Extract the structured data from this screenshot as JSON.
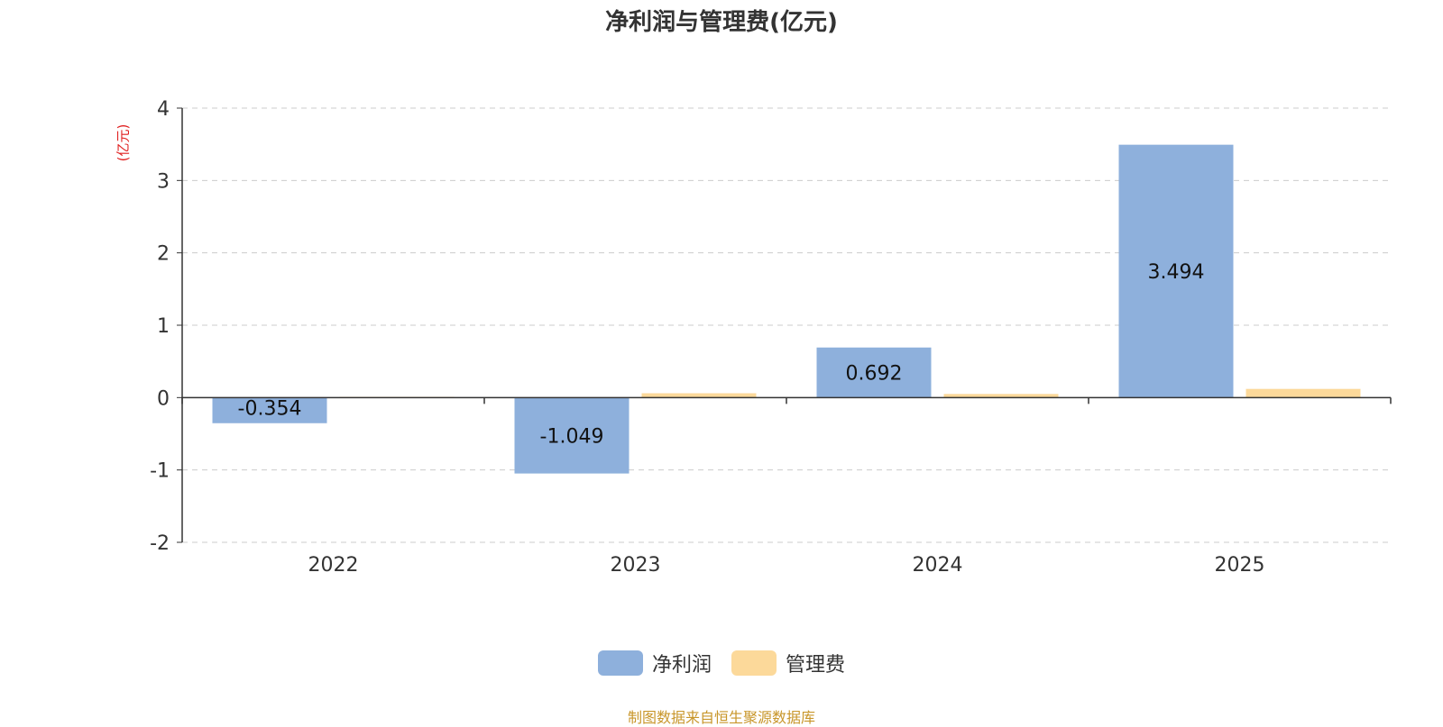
{
  "title": "净利润与管理费(亿元)",
  "y_unit_label": "(亿元)",
  "source_text": "制图数据来自恒生聚源数据库",
  "colors": {
    "net_profit": "#8eb0dc",
    "mgmt_fee": "#fcd99a",
    "axis": "#333333",
    "grid": "#cccccc",
    "unit_label": "#e02020",
    "source": "#c8962a"
  },
  "legend": [
    {
      "label": "净利润",
      "color": "#8eb0dc"
    },
    {
      "label": "管理费",
      "color": "#fcd99a"
    }
  ],
  "chart_data": {
    "type": "bar",
    "categories": [
      "2022",
      "2023",
      "2024",
      "2025"
    ],
    "series": [
      {
        "name": "净利润",
        "values": [
          -0.354,
          -1.049,
          0.692,
          3.494
        ],
        "labels": [
          "-0.354",
          "-1.049",
          "0.692",
          "3.494"
        ]
      },
      {
        "name": "管理费",
        "values": [
          0.01,
          0.06,
          0.05,
          0.12
        ]
      }
    ],
    "ylim": [
      -2,
      4
    ],
    "yticks": [
      -2,
      -1,
      0,
      1,
      2,
      3,
      4
    ],
    "grid": true,
    "legend_position": "bottom"
  }
}
